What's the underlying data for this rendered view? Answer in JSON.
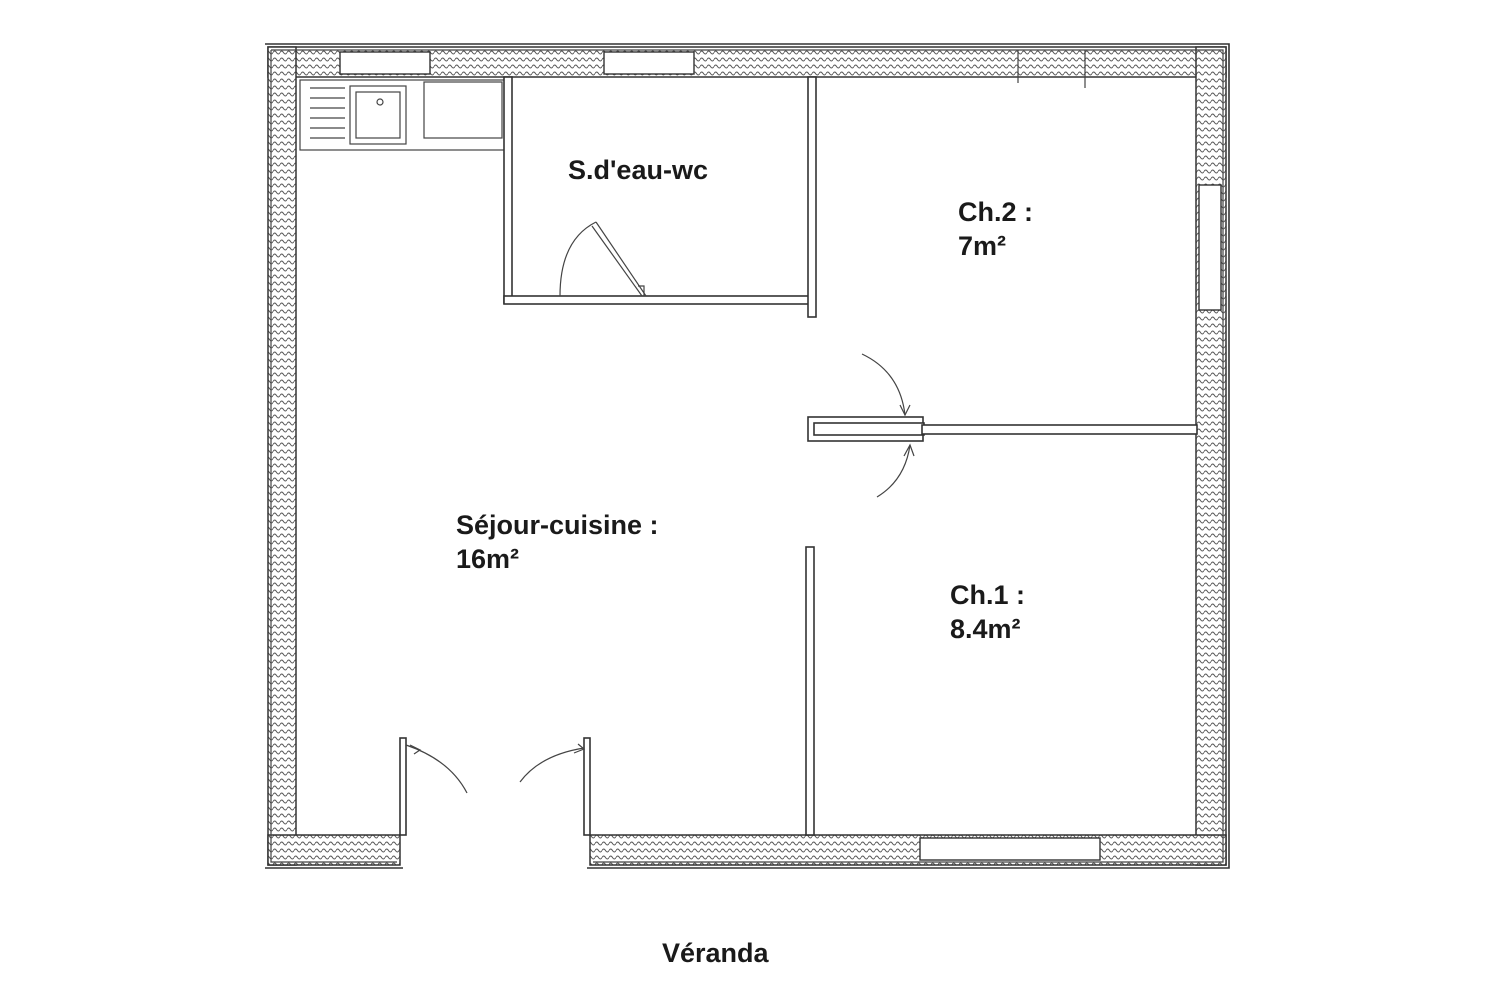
{
  "rooms": {
    "sdeau": {
      "name": "S.d'eau-wc"
    },
    "ch2": {
      "name": "Ch.2 :",
      "area": "7m²"
    },
    "sejour": {
      "name": "Séjour-cuisine :",
      "area": "16m²"
    },
    "ch1": {
      "name": "Ch.1 :",
      "area": "8.4m²"
    }
  },
  "outside": {
    "veranda": "Véranda"
  },
  "colors": {
    "line": "#333333",
    "text": "#1a1a1a",
    "background": "#ffffff"
  }
}
